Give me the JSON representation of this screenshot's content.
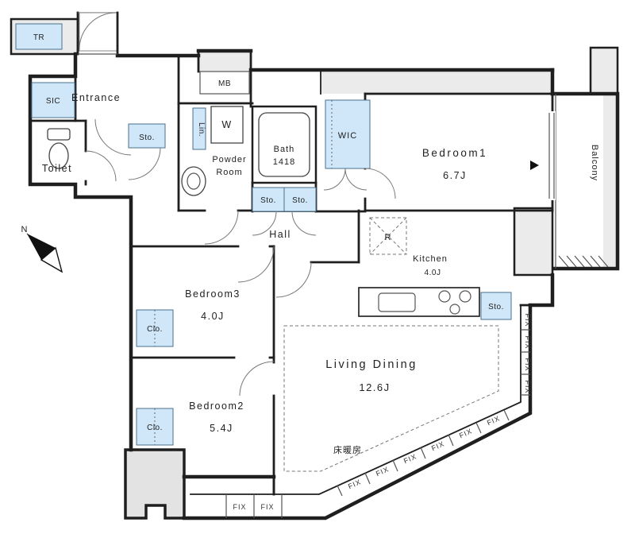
{
  "labels": {
    "tr": "TR",
    "sic": "SIC",
    "entrance": "Entrance",
    "toilet": "Toilet",
    "mb": "MB",
    "washer": "W",
    "powder_line1": "Powder",
    "powder_line2": "Room",
    "bath": "Bath",
    "bath_size": "1418",
    "linen": "Lin.",
    "storage": "Sto.",
    "wic": "WIC",
    "bedroom1": "Bedroom1",
    "bedroom1_size": "6.7J",
    "balcony": "Balcony",
    "hall": "Hall",
    "kitchen": "Kitchen",
    "kitchen_size": "4.0J",
    "fridge": "R",
    "bedroom3": "Bedroom3",
    "bedroom3_size": "4.0J",
    "closet": "Clo.",
    "living": "Living Dining",
    "living_size": "12.6J",
    "bedroom2": "Bedroom2",
    "bedroom2_size": "5.4J",
    "floor_heating": "床暖房",
    "fix": "FIX",
    "north": "N"
  },
  "colors": {
    "wall": "#1f1f1f",
    "gray": "#ebebeb",
    "storage": "#cfe7f8",
    "line": "#555555"
  }
}
